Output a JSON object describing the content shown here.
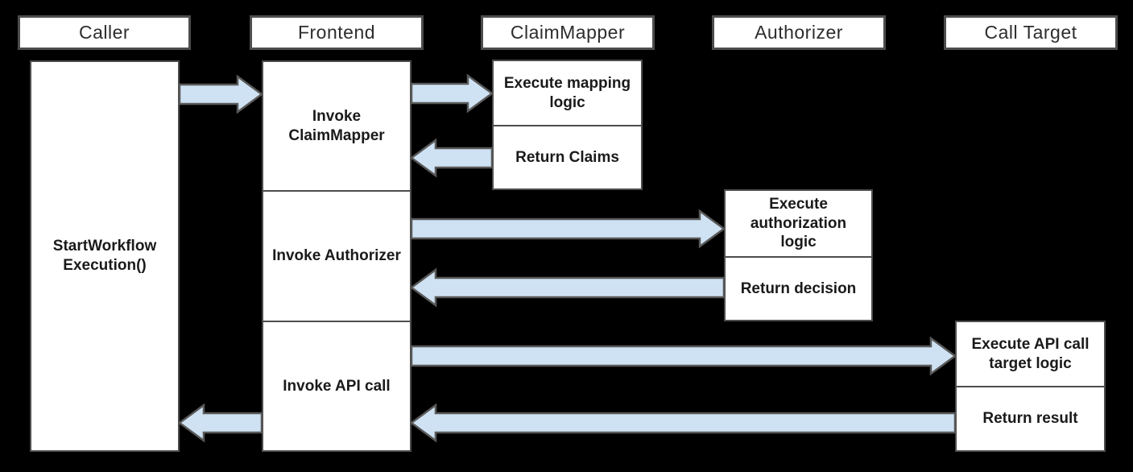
{
  "diagram": {
    "type": "sequence",
    "background": "#000000",
    "lifelines": [
      {
        "id": "caller",
        "label": "Caller"
      },
      {
        "id": "frontend",
        "label": "Frontend"
      },
      {
        "id": "claim_mapper",
        "label": "ClaimMapper"
      },
      {
        "id": "authorizer",
        "label": "Authorizer"
      },
      {
        "id": "call_target",
        "label": "Call Target"
      }
    ],
    "tasks": {
      "caller_start": "StartWorkflow Execution()",
      "frontend_invoke_claim_mapper": "Invoke ClaimMapper",
      "frontend_invoke_authorizer": "Invoke Authorizer",
      "frontend_invoke_api_call": "Invoke API call",
      "claim_mapper_execute": "Execute mapping logic",
      "claim_mapper_return": "Return Claims",
      "authorizer_execute": "Execute authorization logic",
      "authorizer_return": "Return decision",
      "call_target_execute": "Execute API call target logic",
      "call_target_return": "Return result"
    },
    "arrows": [
      {
        "name": "caller-to-frontend",
        "from": "Caller",
        "to": "Frontend",
        "kind": "invoke"
      },
      {
        "name": "frontend-to-claimmapper",
        "from": "Frontend",
        "to": "ClaimMapper",
        "kind": "invoke"
      },
      {
        "name": "claimmapper-to-frontend",
        "from": "ClaimMapper",
        "to": "Frontend",
        "kind": "return"
      },
      {
        "name": "frontend-to-authorizer",
        "from": "Frontend",
        "to": "Authorizer",
        "kind": "invoke"
      },
      {
        "name": "authorizer-to-frontend",
        "from": "Authorizer",
        "to": "Frontend",
        "kind": "return"
      },
      {
        "name": "frontend-to-calltarget",
        "from": "Frontend",
        "to": "Call Target",
        "kind": "invoke"
      },
      {
        "name": "calltarget-to-frontend",
        "from": "Call Target",
        "to": "Frontend",
        "kind": "return"
      },
      {
        "name": "frontend-to-caller",
        "from": "Frontend",
        "to": "Caller",
        "kind": "return"
      }
    ],
    "colors": {
      "arrow_fill": "#cfe2f3",
      "arrow_stroke": "#595959",
      "box_border": "#4d4d4d",
      "box_fill": "#ffffff",
      "header_text": "#2d2d2d",
      "task_text": "#1a1a1a"
    }
  }
}
